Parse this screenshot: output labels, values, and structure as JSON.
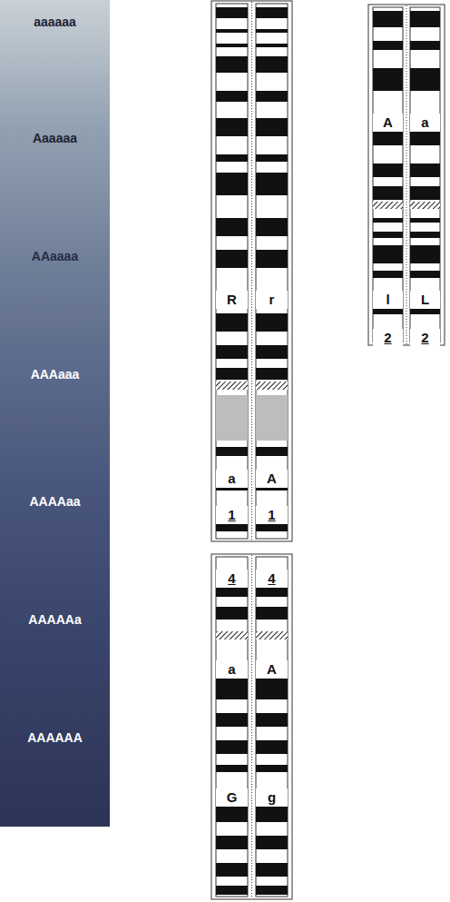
{
  "diagram": {
    "nodes": [
      {
        "text": [
          "aaaaaa",
          "Aaaaaa",
          "AAaaaa",
          "AAAaaa",
          "AAAAaa",
          "AAAAAa",
          "AAAAAA"
        ]
      },
      {
        "text": [
          "R",
          "a",
          "1"
        ]
      },
      {
        "text": [
          "r",
          "A",
          "1"
        ]
      },
      {
        "text": [
          "A",
          "l",
          "2"
        ]
      },
      {
        "text": [
          "a",
          "L",
          "2"
        ]
      },
      {
        "text": [
          "4",
          "a",
          "G"
        ]
      },
      {
        "text": [
          "4",
          "A",
          "g"
        ]
      }
    ]
  }
}
